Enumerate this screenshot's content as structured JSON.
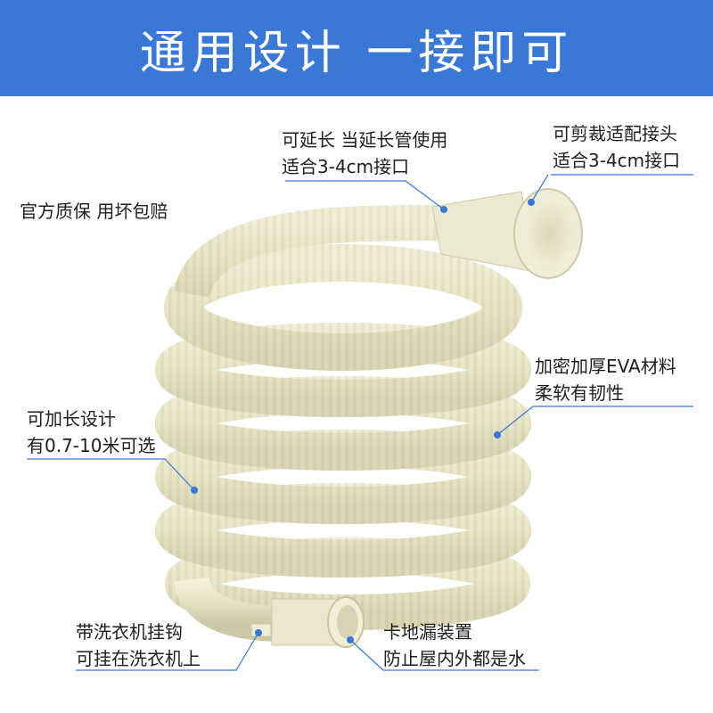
{
  "banner": {
    "title": "通用设计 一接即可"
  },
  "labels": {
    "extend": {
      "line1": "可延长 当延长管使用",
      "line2": "适合3-4cm接口"
    },
    "cut": {
      "line1": "可剪裁适配接头",
      "line2": "适合3-4cm接口"
    },
    "warranty": {
      "line1": "官方质保 用坏包赔"
    },
    "eva": {
      "line1": "加密加厚EVA材料",
      "line2": "柔软有韧性"
    },
    "length": {
      "line1": "可加长设计",
      "line2": "有0.7-10米可选"
    },
    "hook": {
      "line1": "带洗衣机挂钩",
      "line2": "可挂在洗衣机上"
    },
    "floor": {
      "line1": "卡地漏装置",
      "line2": "防止屋内外都是水"
    }
  },
  "colors": {
    "banner": "#3a78d8",
    "hose": "#e9e6c8",
    "hose_shadow": "#c9c4a2",
    "callout": "#3a78d8"
  }
}
